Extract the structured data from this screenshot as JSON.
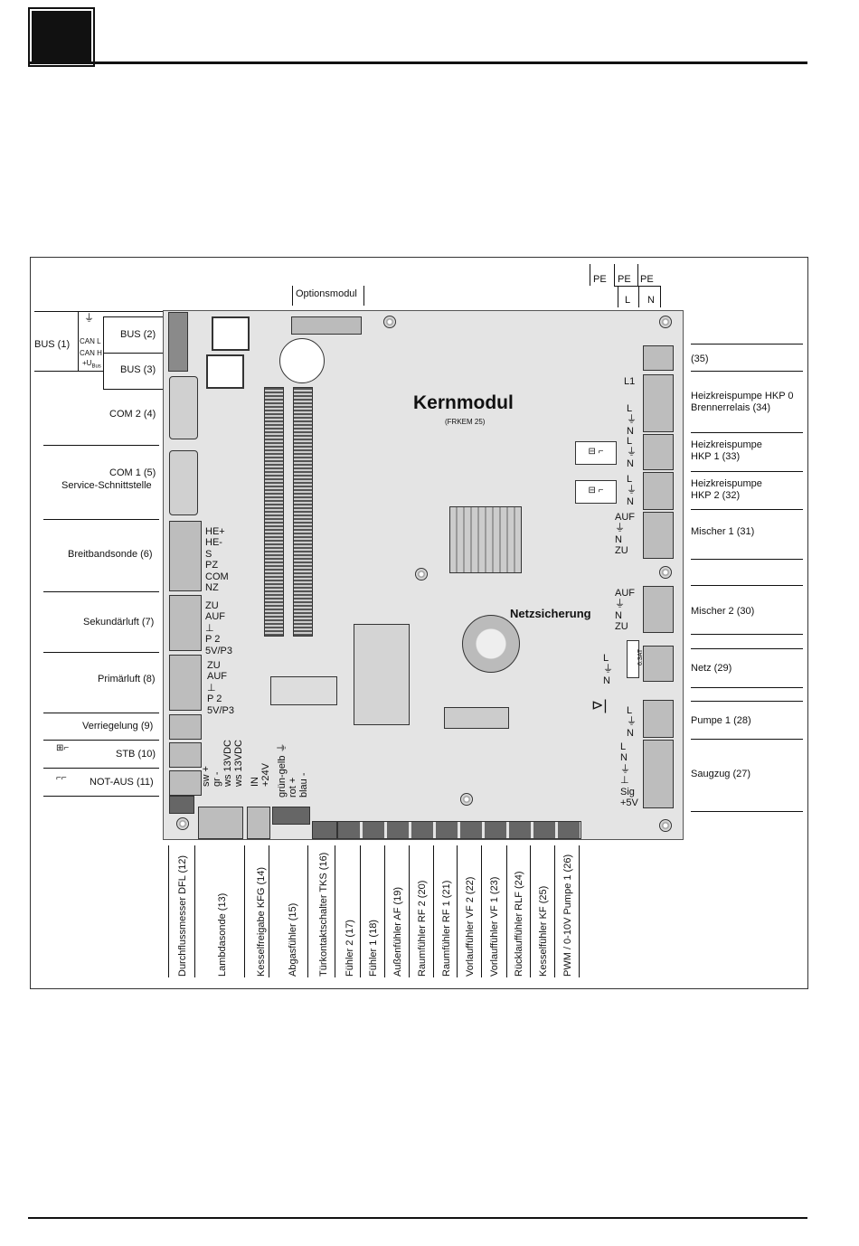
{
  "header": {
    "chapter_number": ""
  },
  "diagram": {
    "title": "Kernmodul",
    "subtitle": "(FRKEM 25)",
    "fuse_label": "Netzsicherung",
    "fuse_value": "6.3AT",
    "options_module": "Optionsmodul",
    "top_terminals": [
      "PE",
      "PE",
      "PE"
    ],
    "top_terminals_lower": [
      "L",
      "N"
    ],
    "left": {
      "bus1": "BUS (1)",
      "can_l": "CAN L",
      "can_h": "CAN H",
      "ubus": "+U",
      "ubus_sub": "Bus",
      "bus2": "BUS (2)",
      "bus3": "BUS (3)",
      "com2": "COM 2 (4)",
      "com1": "COM 1 (5)",
      "service": "Service-Schnittstelle",
      "breitband": "Breitbandsonde (6)",
      "sekundaer": "Sekundärluft (7)",
      "primaer": "Primärluft (8)",
      "verriegelung": "Verriegelung (9)",
      "stb": "STB (10)",
      "notaus": "NOT-AUS (11)"
    },
    "pins": {
      "breitband": [
        "HE+",
        "HE-",
        "S",
        "PZ",
        "COM",
        "NZ"
      ],
      "sekundaer": [
        "ZU",
        "AUF",
        "⊥",
        "P 2",
        "5V/P3"
      ],
      "primaer": [
        "ZU",
        "AUF",
        "⊥",
        "P 2",
        "5V/P3"
      ],
      "lambda": [
        "sw +",
        "gr -",
        "ws 13VDC",
        "ws 13VDC"
      ],
      "kfg": [
        "IN",
        "+24V"
      ],
      "abgas": [
        "grün-gelb ⏚",
        "rot +",
        "blau -"
      ],
      "r35": [
        "L1"
      ],
      "hkp0": [
        "L",
        "⏚",
        "N"
      ],
      "hkp1": [
        "L",
        "⏚",
        "N"
      ],
      "hkp2": [
        "L",
        "⏚",
        "N"
      ],
      "mischer1": [
        "AUF",
        "⏚",
        "N",
        "ZU"
      ],
      "mischer2": [
        "AUF",
        "⏚",
        "N",
        "ZU"
      ],
      "netz": [
        "L",
        "⏚",
        "N"
      ],
      "pumpe1": [
        "L",
        "⏚",
        "N"
      ],
      "saugzug": [
        "L",
        "N",
        "⏚",
        "⊥",
        "Sig",
        "+5V"
      ]
    },
    "right": {
      "r35": "(35)",
      "hkp0": "Heizkreispumpe HKP 0",
      "brenner": "Brennerrelais (34)",
      "hkp1a": "Heizkreispumpe",
      "hkp1b": "HKP 1 (33)",
      "hkp2a": "Heizkreispumpe",
      "hkp2b": "HKP 2 (32)",
      "mischer1": "Mischer 1 (31)",
      "mischer2": "Mischer 2 (30)",
      "netz": "Netz (29)",
      "pumpe1": "Pumpe 1 (28)",
      "saugzug": "Saugzug (27)"
    },
    "bottom": [
      "Durchflussmesser DFL (12)",
      "Lambdasonde (13)",
      "Kesselfreigabe KFG (14)",
      "Abgasfühler (15)",
      "Türkontaktschalter TKS (16)",
      "Fühler 2 (17)",
      "Fühler 1 (18)",
      "Außenfühler AF (19)",
      "Raumfühler RF 2 (20)",
      "Raumfühler RF 1 (21)",
      "Vorlauffühler VF 2 (22)",
      "Vorlauffühler VF 1 (23)",
      "Rücklauffühler RLF (24)",
      "Kesselfühler KF (25)",
      "PWM / 0-10V Pumpe 1 (26)"
    ]
  }
}
